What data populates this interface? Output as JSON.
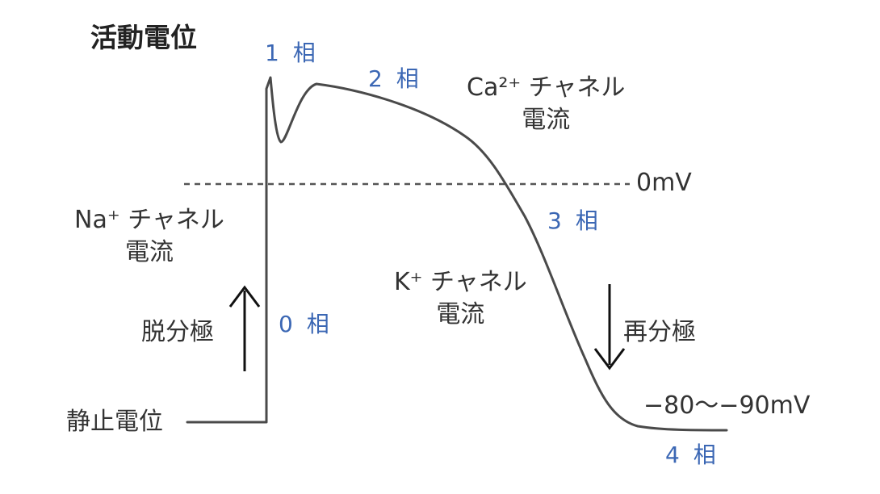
{
  "title": "活動電位",
  "phases": {
    "p0": "0 相",
    "p1": "1 相",
    "p2": "2 相",
    "p3": "3 相",
    "p4": "4 相"
  },
  "levels": {
    "zero": "0mV",
    "rest_range": "−80〜−90mV",
    "resting_potential": "静止電位"
  },
  "currents": {
    "na_line1": "Na⁺ チャネル",
    "na_line2": "電流",
    "ca_line1": "Ca²⁺ チャネル",
    "ca_line2": "電流",
    "k_line1": "K⁺ チャネル",
    "k_line2": "電流"
  },
  "processes": {
    "depolarization": "脱分極",
    "repolarization": "再分極"
  },
  "colors": {
    "curve": "#4a4a4a",
    "text": "#333333",
    "phase_label": "#3b67b4"
  }
}
